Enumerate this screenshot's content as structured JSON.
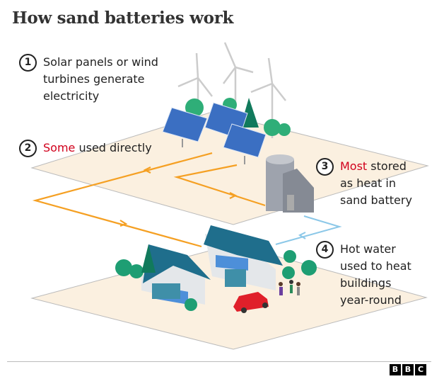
{
  "title": "How sand batteries work",
  "steps": [
    {
      "number": "1",
      "highlight": "",
      "lines": [
        "Solar panels or wind",
        "turbines generate",
        "electricity"
      ]
    },
    {
      "number": "2",
      "highlight": "Some",
      "lines": [
        " used directly"
      ]
    },
    {
      "number": "3",
      "highlight": "Most",
      "lines": [
        " stored",
        "as heat in",
        "sand battery"
      ]
    },
    {
      "number": "4",
      "highlight": "",
      "lines": [
        "Hot water",
        "used to heat",
        "buildings",
        "year-round"
      ]
    }
  ],
  "footer": {
    "logo": [
      "B",
      "B",
      "C"
    ]
  },
  "colors": {
    "electricity_flow": "#f5a023",
    "heat_flow": "#8cc8e8",
    "ground": "#fbf0e0",
    "highlight": "#d1001c"
  }
}
